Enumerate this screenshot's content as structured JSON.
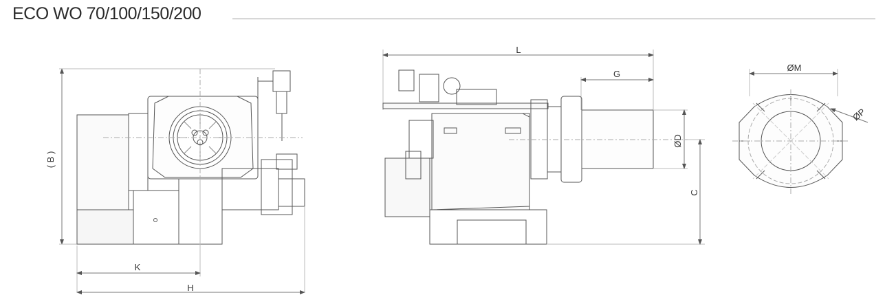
{
  "title": "ECO WO 70/100/150/200",
  "dimensions": {
    "L": "L",
    "G": "G",
    "D": "ØD",
    "C": "C",
    "B": "( B )",
    "K": "K",
    "H": "H",
    "M": "ØM",
    "P": "ØP"
  },
  "views": [
    "front-view",
    "side-view",
    "flange-view"
  ]
}
